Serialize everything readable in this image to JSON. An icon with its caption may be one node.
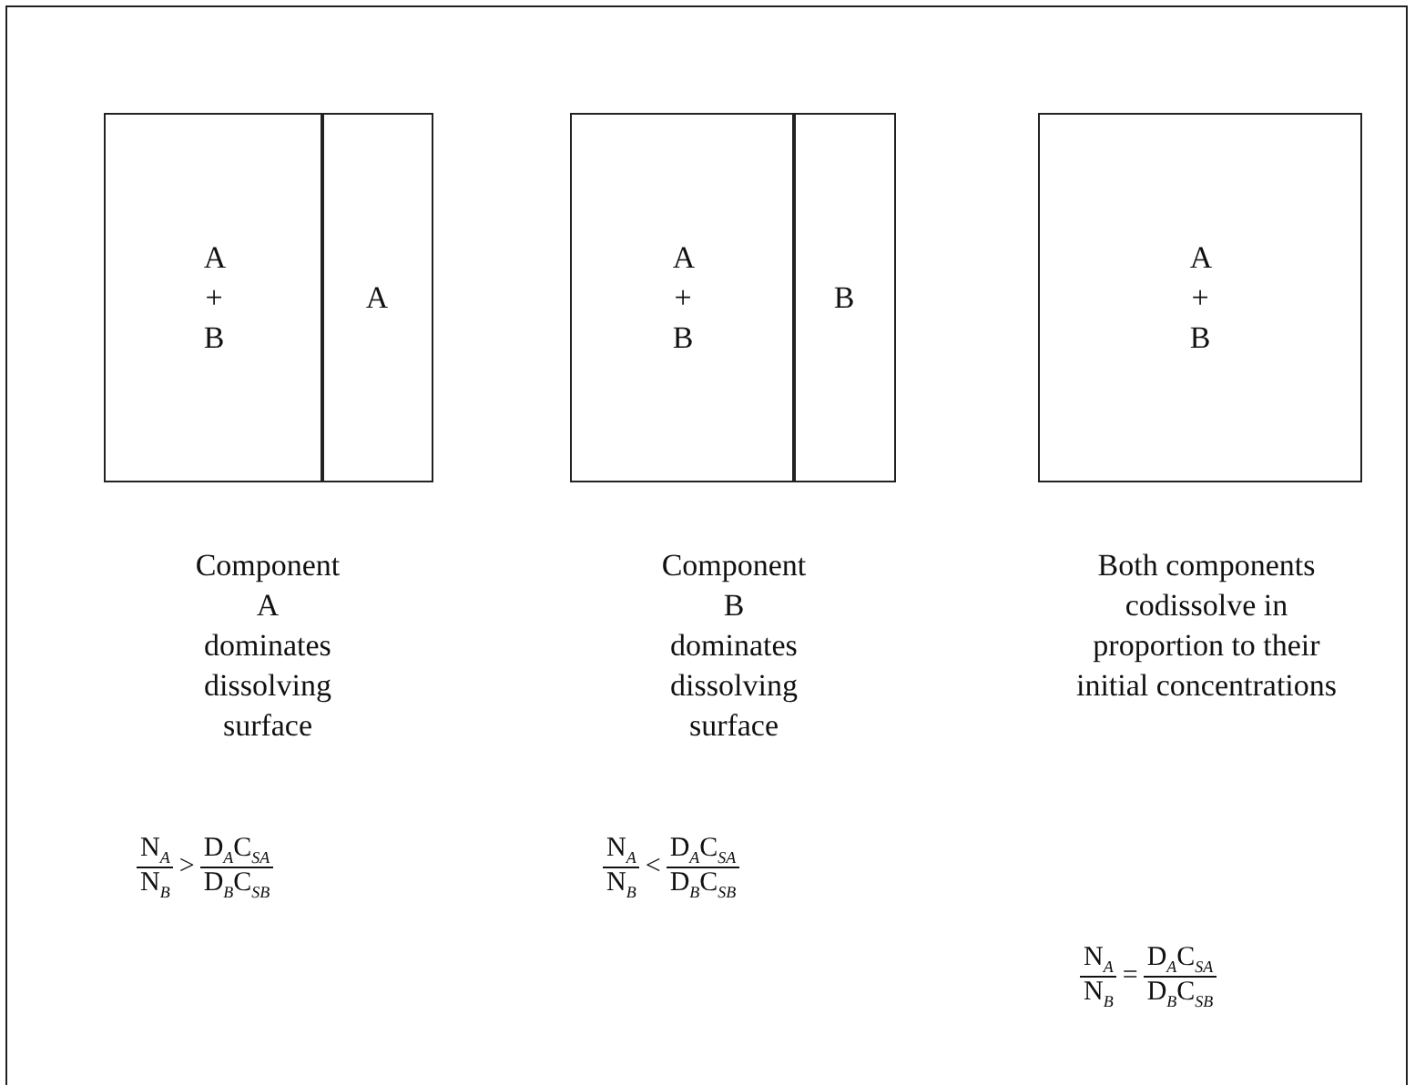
{
  "diagram": {
    "nodes": [
      {
        "text": [
          "A + B"
        ]
      },
      {
        "text": [
          "A"
        ]
      },
      {
        "text": [
          "A + B"
        ]
      },
      {
        "text": [
          "B"
        ]
      },
      {
        "text": [
          "A + B"
        ]
      }
    ],
    "labels": [
      "Component A dominates dissolving surface",
      "Component B dominates dissolving surface",
      "Both components codissolve in proportion to their initial concentrations",
      "N$_{A}$",
      "N$_{B}$",
      ">",
      "D$_{A}$C$_{SA}$",
      "D$_{B}$C$_{SB}$",
      "N$_{A}$",
      "N$_{B}$",
      "<",
      "D$_{A}$C$_{SA}$",
      "D$_{B}$C$_{SB}$",
      "N$_{A}$",
      "N$_{B}$",
      "=",
      "D$_{A}$C$_{SA}$",
      "D$_{B}$C$_{SB}$"
    ]
  }
}
